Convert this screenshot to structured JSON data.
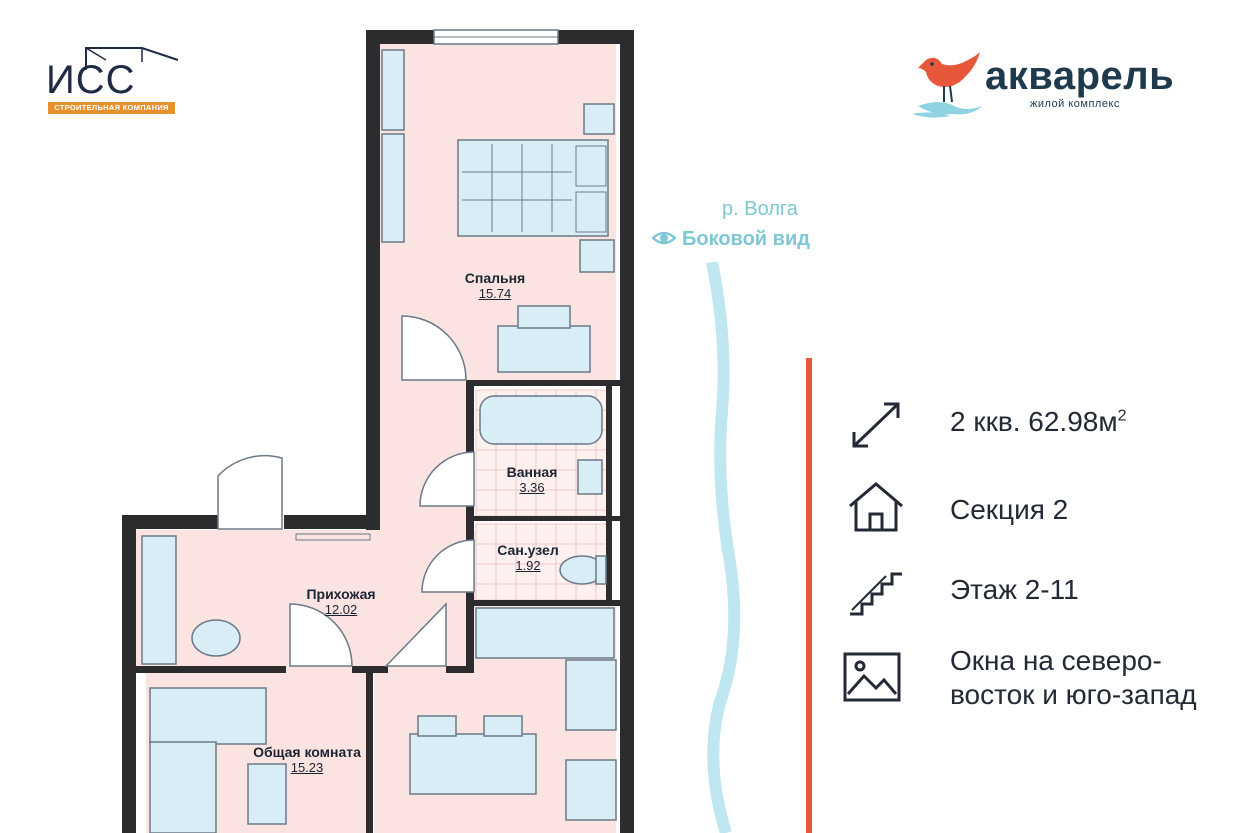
{
  "builder": {
    "name": "ИСС",
    "tagline": "СТРОИТЕЛЬНАЯ КОМПАНИЯ",
    "accent_color": "#e7902e"
  },
  "complex": {
    "name": "акварель",
    "subtitle": "жилой комплекс",
    "bird_color": "#e8573a",
    "water_color": "#8fd3e3"
  },
  "river": {
    "name": "р. Волга",
    "view": "Боковой вид",
    "color": "#bfe7f1"
  },
  "info": [
    {
      "icon": "resize-arrows-icon",
      "text": "2 ккв. 62.98м",
      "sup": "2"
    },
    {
      "icon": "house-icon",
      "text": "Секция 2"
    },
    {
      "icon": "stairs-icon",
      "text": "Этаж 2-11"
    },
    {
      "icon": "window-view-icon",
      "line1": "Окна на северо-",
      "line2": "восток и юго-запад"
    }
  ],
  "rooms": [
    {
      "name": "Спальня",
      "area": "15.74"
    },
    {
      "name": "Ванная",
      "area": "3.36"
    },
    {
      "name": "Сан.узел",
      "area": "1.92"
    },
    {
      "name": "Прихожая",
      "area": "12.02"
    },
    {
      "name": "Общая комната",
      "area": "15.23"
    }
  ],
  "colors": {
    "wall": "#2c2c2e",
    "room_fill": "#fbe3e2",
    "furniture": "#d8edf5",
    "furniture_stroke": "#6b7a86",
    "accent_line": "#e8573a"
  }
}
